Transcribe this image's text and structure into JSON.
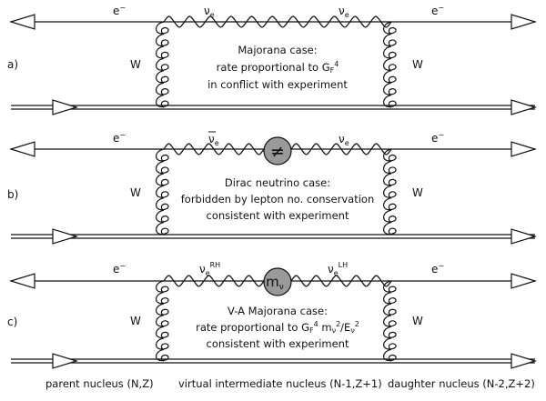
{
  "particles": {
    "electron": "e",
    "electron_charge": "−",
    "neutrino": "ν",
    "neutrino_flavor": "e",
    "w_boson": "W"
  },
  "panel_a": {
    "letter": "a)",
    "caption_1": "Majorana case:",
    "caption_2a": "rate proportional to G",
    "caption_2b": "F",
    "caption_2c": "4",
    "caption_3": "in conflict with experiment"
  },
  "panel_b": {
    "letter": "b)",
    "antineutrino_bar": "—",
    "blob_symbol": "≠",
    "caption_1": "Dirac neutrino case:",
    "caption_2": "forbidden by lepton no. conservation",
    "caption_3": "consistent with experiment"
  },
  "panel_c": {
    "letter": "c)",
    "nu_left_sup": "RH",
    "nu_right_sup": "LH",
    "blob_m": "m",
    "blob_sub": "ν",
    "caption_1": "V-A Majorana case:",
    "caption_2a": "rate proportional to G",
    "caption_2b": "F",
    "caption_2c": "4",
    "caption_2d": " m",
    "caption_2e": "ν",
    "caption_2f": "2",
    "caption_2g": "/E",
    "caption_2h": "ν",
    "caption_2i": "2",
    "caption_3": "consistent with experiment"
  },
  "bottom": {
    "parent": "parent nucleus (N,Z)",
    "virtual": "virtual intermediate nucleus (N-1,Z+1)",
    "daughter": "daughter nucleus (N-2,Z+2)"
  },
  "colors": {
    "blob_fill": "#9a9a9a",
    "line": "#111111"
  }
}
